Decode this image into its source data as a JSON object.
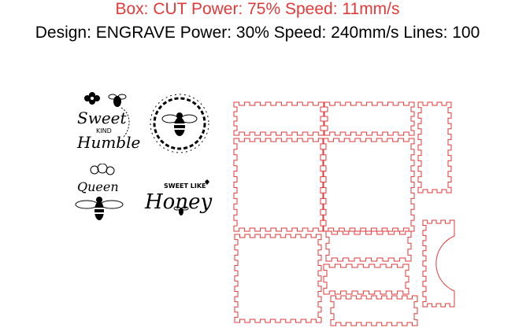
{
  "header": {
    "cut_settings": "Box: CUT Power: 75% Speed: 11mm/s",
    "engrave_settings": "Design: ENGRAVE Power: 30% Speed: 240mm/s Lines: 100"
  },
  "designs": {
    "sweet_kind_humble": {
      "line1": "Sweet",
      "line2": "KIND",
      "line3": "Humble"
    },
    "queen": {
      "text": "Queen"
    },
    "sweet_like_honey": {
      "line1": "SWEET LIKE",
      "line2": "Honey"
    }
  },
  "colors": {
    "cut": "#e23a3a",
    "engrave": "#000000"
  }
}
